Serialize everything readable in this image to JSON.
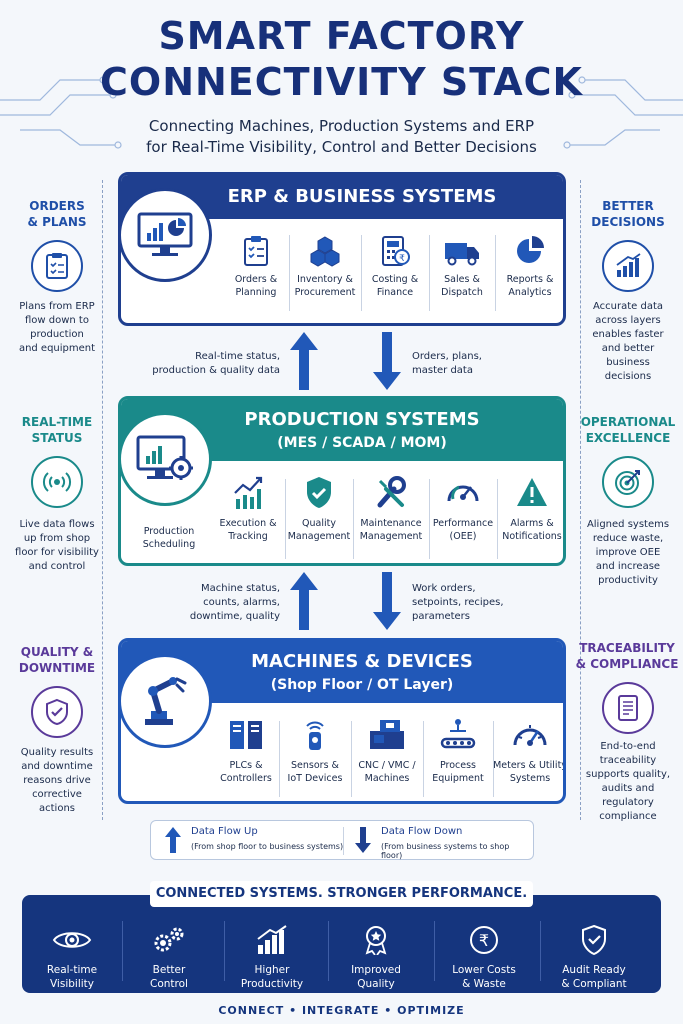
{
  "title": {
    "line1": "SMART FACTORY",
    "line2": "CONNECTIVITY STACK"
  },
  "subtitle": {
    "line1": "Connecting Machines, Production Systems and ERP",
    "line2": "for Real-Time Visibility, Control and Better Decisions"
  },
  "erp": {
    "title": "ERP & BUSINESS SYSTEMS",
    "icon": "monitor-chart-icon",
    "modules": [
      {
        "l1": "Orders &",
        "l2": "Planning",
        "icon": "clipboard-icon"
      },
      {
        "l1": "Inventory &",
        "l2": "Procurement",
        "icon": "boxes-icon"
      },
      {
        "l1": "Costing &",
        "l2": "Finance",
        "icon": "calculator-icon"
      },
      {
        "l1": "Sales &",
        "l2": "Dispatch",
        "icon": "truck-icon"
      },
      {
        "l1": "Reports &",
        "l2": "Analytics",
        "icon": "pie-chart-icon"
      }
    ]
  },
  "production": {
    "title": "PRODUCTION SYSTEMS",
    "subtitle": "(MES / SCADA / MOM)",
    "icon": "monitor-gear-icon",
    "modules": [
      {
        "l1": "Production",
        "l2": "Scheduling",
        "icon": "none"
      },
      {
        "l1": "Execution &",
        "l2": "Tracking",
        "icon": "line-chart-icon"
      },
      {
        "l1": "Quality",
        "l2": "Management",
        "icon": "shield-check-icon"
      },
      {
        "l1": "Maintenance",
        "l2": "Management",
        "icon": "wrench-icon"
      },
      {
        "l1": "Performance",
        "l2": "(OEE)",
        "icon": "gauge-icon"
      },
      {
        "l1": "Alarms &",
        "l2": "Notifications",
        "icon": "warning-icon"
      }
    ]
  },
  "machines": {
    "title": "MACHINES & DEVICES",
    "subtitle": "(Shop Floor / OT Layer)",
    "icon": "robot-arm-icon",
    "modules": [
      {
        "l1": "PLCs &",
        "l2": "Controllers",
        "icon": "plc-icon"
      },
      {
        "l1": "Sensors &",
        "l2": "IoT Devices",
        "icon": "sensor-icon"
      },
      {
        "l1": "CNC / VMC /",
        "l2": "Machines",
        "icon": "cnc-icon"
      },
      {
        "l1": "Process",
        "l2": "Equipment",
        "icon": "conveyor-icon"
      },
      {
        "l1": "Meters & Utility",
        "l2": "Systems",
        "icon": "meter-icon"
      }
    ]
  },
  "flows": {
    "up1": [
      "Real-time status,",
      "production & quality data"
    ],
    "down1": [
      "Orders, plans,",
      "master data"
    ],
    "up2": [
      "Machine status,",
      "counts, alarms,",
      "downtime, quality"
    ],
    "down2": [
      "Work orders,",
      "setpoints, recipes,",
      "parameters"
    ]
  },
  "left": [
    {
      "h1": "ORDERS",
      "h2": "& PLANS",
      "icon": "clipboard-icon",
      "color": "#1f4fa8",
      "text": [
        "Plans from ERP",
        "flow down to",
        "production",
        "and equipment"
      ]
    },
    {
      "h1": "REAL-TIME",
      "h2": "STATUS",
      "icon": "signal-icon",
      "color": "#1a8a8a",
      "text": [
        "Live data flows",
        "up from shop",
        "floor for visibility",
        "and control"
      ]
    },
    {
      "h1": "QUALITY &",
      "h2": "DOWNTIME",
      "icon": "shield-check-icon",
      "color": "#5a3a9a",
      "text": [
        "Quality results",
        "and downtime",
        "reasons drive",
        "corrective",
        "actions"
      ]
    }
  ],
  "right": [
    {
      "h1": "BETTER",
      "h2": "DECISIONS",
      "icon": "bar-chart-up-icon",
      "color": "#1f4fa8",
      "text": [
        "Accurate data",
        "across layers",
        "enables faster",
        "and better",
        "business",
        "decisions"
      ]
    },
    {
      "h1": "OPERATIONAL",
      "h2": "EXCELLENCE",
      "icon": "target-icon",
      "color": "#1a8a8a",
      "text": [
        "Aligned systems",
        "reduce waste,",
        "improve OEE",
        "and increase",
        "productivity"
      ]
    },
    {
      "h1": "TRACEABILITY",
      "h2": "& COMPLIANCE",
      "icon": "document-icon",
      "color": "#5a3a9a",
      "text": [
        "End-to-end",
        "traceability",
        "supports quality,",
        "audits and",
        "regulatory",
        "compliance"
      ]
    }
  ],
  "legend": {
    "up_title": "Data Flow Up",
    "up_desc": "(From shop floor to business systems)",
    "down_title": "Data Flow Down",
    "down_desc": "(From business systems to shop floor)"
  },
  "bottom": {
    "title": "CONNECTED SYSTEMS. STRONGER PERFORMANCE.",
    "items": [
      {
        "l1": "Real-time",
        "l2": "Visibility",
        "icon": "eye-icon"
      },
      {
        "l1": "Better",
        "l2": "Control",
        "icon": "gears-icon"
      },
      {
        "l1": "Higher",
        "l2": "Productivity",
        "icon": "bar-chart-up-icon"
      },
      {
        "l1": "Improved",
        "l2": "Quality",
        "icon": "award-icon"
      },
      {
        "l1": "Lower Costs",
        "l2": "& Waste",
        "icon": "rupee-icon"
      },
      {
        "l1": "Audit Ready",
        "l2": "& Compliant",
        "icon": "shield-check-icon"
      }
    ]
  },
  "footer": "CONNECT • INTEGRATE • OPTIMIZE",
  "colors": {
    "navy": "#1f3f8f",
    "teal": "#1a8a8a",
    "blue": "#2158b8",
    "purple": "#5a3a9a"
  }
}
